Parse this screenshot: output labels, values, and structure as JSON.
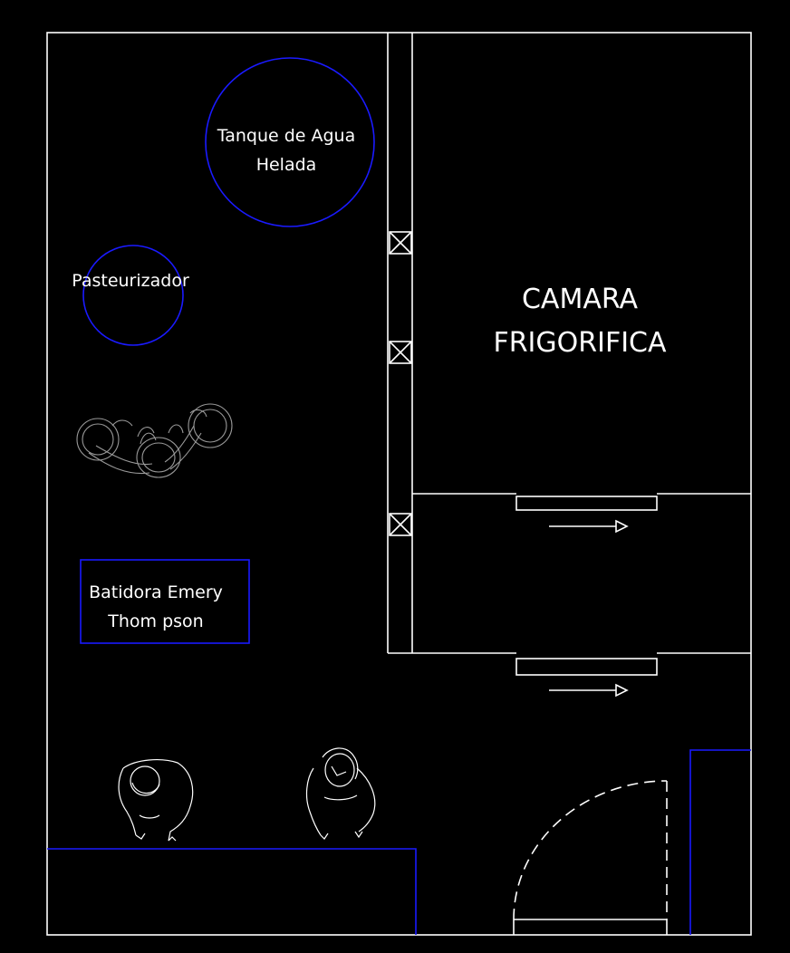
{
  "labels": {
    "water_tank_line1": "Tanque de Agua",
    "water_tank_line2": "Helada",
    "pasteurizer": "Pasteurizador",
    "cold_room_line1": "CAMARA",
    "cold_room_line2": "FRIGORIFICA",
    "mixer_line1": "Batidora Emery",
    "mixer_line2": "Thom pson"
  },
  "colors": {
    "background": "#000000",
    "walls": "#ffffff",
    "equipment": "#1a1aff",
    "figures": "#9a9a9a"
  }
}
